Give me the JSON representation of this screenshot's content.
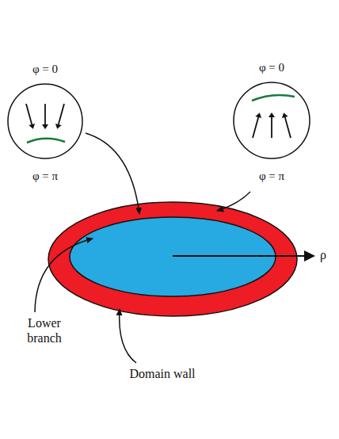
{
  "diagram": {
    "nodes": [
      {
        "text": [
          "φ = 0",
          "φ = π"
        ]
      },
      {
        "text": [
          "φ = 0",
          "φ = π"
        ]
      }
    ],
    "labels": [
      "ρ",
      "Lower branch",
      "Domain wall"
    ]
  }
}
